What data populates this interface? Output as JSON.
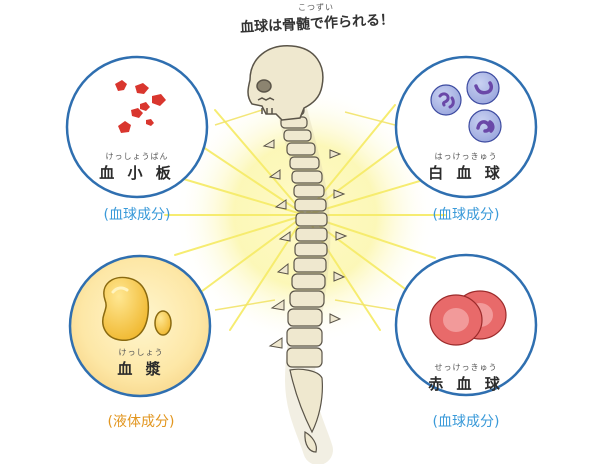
{
  "heading": {
    "text": "血球は骨髄で作られる！",
    "ruby": "こつずい"
  },
  "platelet": {
    "ruby": "けっしょうばん",
    "name": "血 小 板",
    "category": "(血球成分)"
  },
  "white_cell": {
    "ruby": "はっけっきゅう",
    "name": "白 血 球",
    "category": "(血球成分)"
  },
  "plasma": {
    "ruby": "けっしょう",
    "name": "血 漿",
    "category": "(液体成分)"
  },
  "red_cell": {
    "ruby": "せっけっきゅう",
    "name": "赤 血 球",
    "category": "(血球成分)"
  },
  "colors": {
    "circle_stroke": "#2f6fb0",
    "category_blue": "#3a9ad9",
    "category_orange": "#e2961f",
    "glow": "#f7f07a",
    "bone": "#efe8cf",
    "platelet": "#d9362e",
    "white_cell": "#8f9ad6",
    "red_cell": "#e86a6a",
    "plasma": "#f6c84a"
  }
}
